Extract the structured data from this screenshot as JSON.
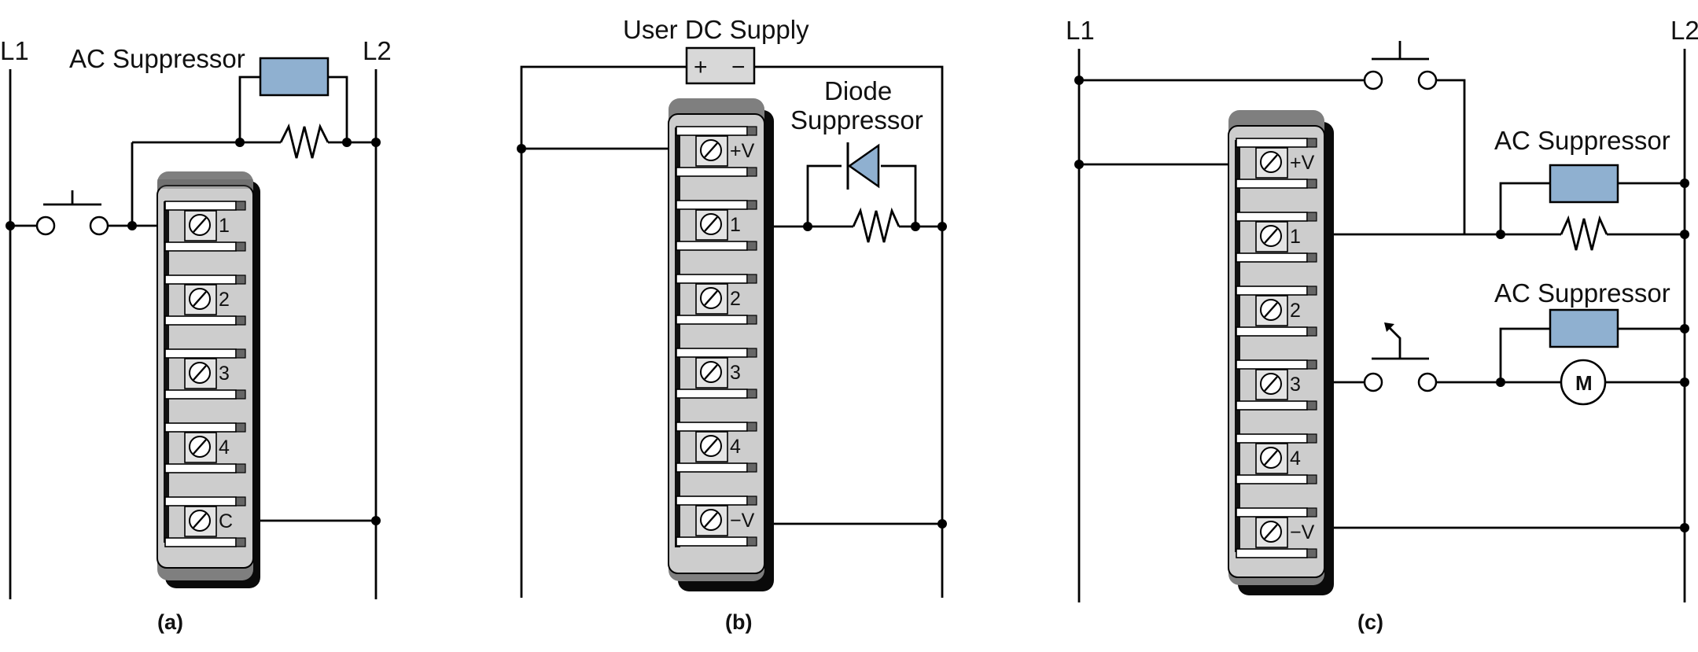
{
  "colors": {
    "wire": "#000000",
    "suppressor_fill": "#8fb0d0",
    "module_body": "#cdcdcd",
    "module_shadow": "#0a0a0a",
    "module_top": "#8a8a8a"
  },
  "panels": {
    "a": {
      "caption": "(a)",
      "rail_left": "L1",
      "rail_right": "L2",
      "suppressor_label": "AC Suppressor",
      "terminals": [
        "1",
        "2",
        "3",
        "4",
        "C"
      ]
    },
    "b": {
      "caption": "(b)",
      "supply_label": "User DC Supply",
      "supply_plus": "+",
      "supply_minus": "−",
      "diode_label_1": "Diode",
      "diode_label_2": "Suppressor",
      "terminals": [
        "+V",
        "1",
        "2",
        "3",
        "4",
        "−V"
      ]
    },
    "c": {
      "caption": "(c)",
      "rail_left": "L1",
      "rail_right": "L2",
      "suppressor_1_label": "AC Suppressor",
      "suppressor_2_label": "AC Suppressor",
      "motor_label": "M",
      "terminals": [
        "+V",
        "1",
        "2",
        "3",
        "4",
        "−V"
      ]
    }
  },
  "icons": {
    "pushbutton": "pushbutton-switch-icon",
    "limit_switch": "limit-switch-icon",
    "load": "resistor-load-icon",
    "diode": "diode-icon",
    "motor": "motor-icon",
    "screw": "screw-terminal-icon"
  }
}
